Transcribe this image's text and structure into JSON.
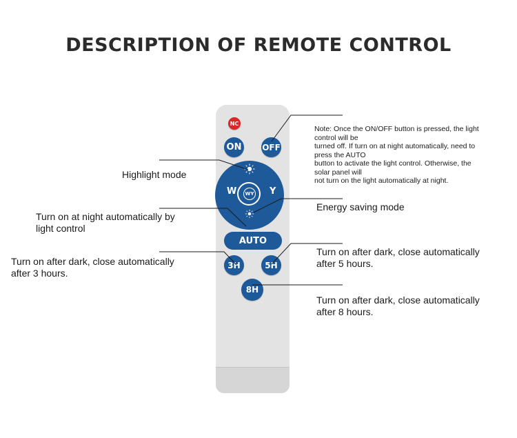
{
  "title": "DESCRIPTION OF REMOTE CONTROL",
  "buttons": {
    "nc": "NC",
    "on": "ON",
    "off": "OFF",
    "w": "W",
    "y": "Y",
    "wy": "WY",
    "auto": "AUTO",
    "h3": "3H",
    "h5": "5H",
    "h8": "8H"
  },
  "labels": {
    "highlight": "Highlight mode",
    "night_auto_1": "Turn on at night automatically by",
    "night_auto_2": "light control",
    "h3_1": "Turn on after dark, close automatically",
    "h3_2": "after 3 hours.",
    "energy": "Energy saving mode",
    "h5_1": "Turn on after dark, close automatically",
    "h5_2": "after 5 hours.",
    "h8_1": "Turn on after dark, close automatically",
    "h8_2": "after 8 hours."
  },
  "note": [
    "Note: Once the ON/OFF button is pressed, the light",
    "control will be",
    "turned off. If turn on at night automatically, need to",
    "press the AUTO",
    "button to activate the light control. Otherwise, the",
    "solar panel will",
    "not turn on the light automatically at night."
  ],
  "colors": {
    "button_blue": "#1e5a9a",
    "nc_red": "#d92626",
    "remote_body": "#e3e3e3"
  }
}
